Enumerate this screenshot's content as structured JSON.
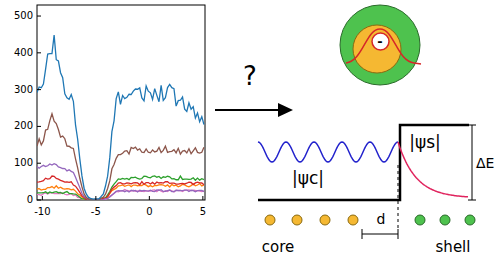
{
  "diagram": {
    "nodes": [
      {
        "text": [
          "-"
        ]
      }
    ],
    "labels": [
      "500",
      "400",
      "300",
      "200",
      "100",
      "0",
      "-10",
      "-5",
      "0",
      "5",
      "?",
      "|ψc|",
      "|ψs|",
      "ΔE",
      "core",
      "shell",
      "d"
    ]
  }
}
